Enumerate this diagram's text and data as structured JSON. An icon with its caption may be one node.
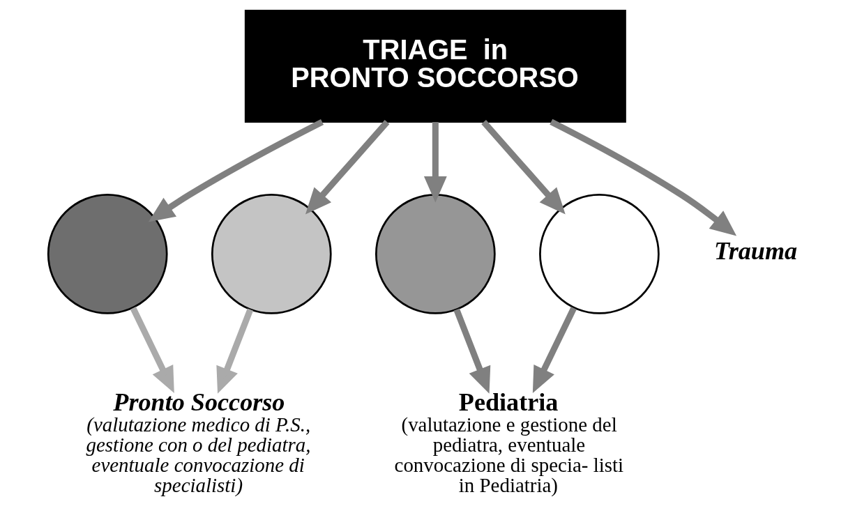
{
  "diagram": {
    "nodes": [
      {
        "text": [
          "TRIAGE  in PRONTO SOCCORSO"
        ]
      },
      {
        "text": [],
        "shape": "circle"
      },
      {
        "text": [],
        "shape": "circle"
      },
      {
        "text": [],
        "shape": "circle"
      },
      {
        "text": [],
        "shape": "circle"
      },
      {
        "text": [
          "Trauma"
        ]
      },
      {
        "text": [
          "Pronto Soccorso",
          "(valutazione medico di P.S., gestione con o del pediatra, eventuale convocazione di specialisti)"
        ]
      },
      {
        "text": [
          "Pediatria",
          "(valutazione e gestione del pediatra, eventuale convocazione di specia- listi in Pediatria)"
        ]
      }
    ],
    "edges": [
      {
        "from": 0,
        "to": 1,
        "arrow": "to"
      },
      {
        "from": 0,
        "to": 2,
        "arrow": "to"
      },
      {
        "from": 0,
        "to": 5,
        "arrow": "to"
      },
      {
        "from": 0,
        "to": 3,
        "arrow": "to"
      },
      {
        "from": 0,
        "to": 4,
        "arrow": "to"
      },
      {
        "from": 1,
        "to": 6,
        "arrow": "to",
        "color": "#aaaaaa"
      },
      {
        "from": 2,
        "to": 6,
        "arrow": "to",
        "color": "#aaaaaa"
      },
      {
        "from": 3,
        "to": 7,
        "arrow": "to"
      },
      {
        "from": 4,
        "to": 7,
        "arrow": "to"
      }
    ]
  }
}
